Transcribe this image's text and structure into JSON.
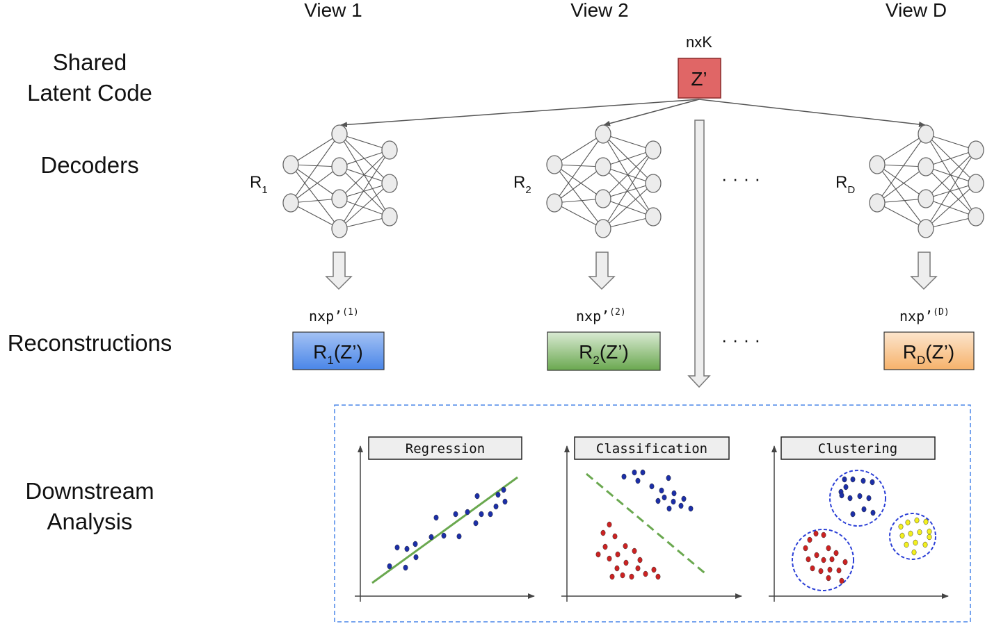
{
  "views": {
    "v1": "View 1",
    "v2": "View 2",
    "vd": "View D"
  },
  "rows": {
    "shared_line1": "Shared",
    "shared_line2": "Latent Code",
    "decoders": "Decoders",
    "reconstructions": "Reconstructions",
    "downstream_line1": "Downstream",
    "downstream_line2": "Analysis"
  },
  "latent": {
    "dim": "nxK",
    "label": "Z’",
    "color": "#e06666"
  },
  "decoders": [
    {
      "name_main": "R",
      "name_sub": "1"
    },
    {
      "name_main": "R",
      "name_sub": "2"
    },
    {
      "name_main": "R",
      "name_sub": "D"
    }
  ],
  "reconstructions": [
    {
      "dim_main": "nxp’",
      "dim_sup": "(1)",
      "box_main": "R",
      "box_sub": "1",
      "box_arg": "(Z’)",
      "color_top": "#a4c2f4",
      "color_bottom": "#4a86e8"
    },
    {
      "dim_main": "nxp’",
      "dim_sup": "(2)",
      "box_main": "R",
      "box_sub": "2",
      "box_arg": "(Z’)",
      "color_top": "#d9ead3",
      "color_bottom": "#6aa84f"
    },
    {
      "dim_main": "nxp’",
      "dim_sup": "(D)",
      "box_main": "R",
      "box_sub": "D",
      "box_arg": "(Z’)",
      "color_top": "#fce5cd",
      "color_bottom": "#f6b26b"
    }
  ],
  "ellipsis": "· · · ·",
  "panels": [
    {
      "title": "Regression"
    },
    {
      "title": "Classification"
    },
    {
      "title": "Clustering"
    }
  ],
  "colors": {
    "point_blue": "#1c2fa8",
    "point_red": "#cc2222",
    "point_yellow": "#f3f01e",
    "fit_line": "#6aa84f",
    "cluster_border": "#2b3fd6",
    "frame_border": "#4a86e8"
  }
}
